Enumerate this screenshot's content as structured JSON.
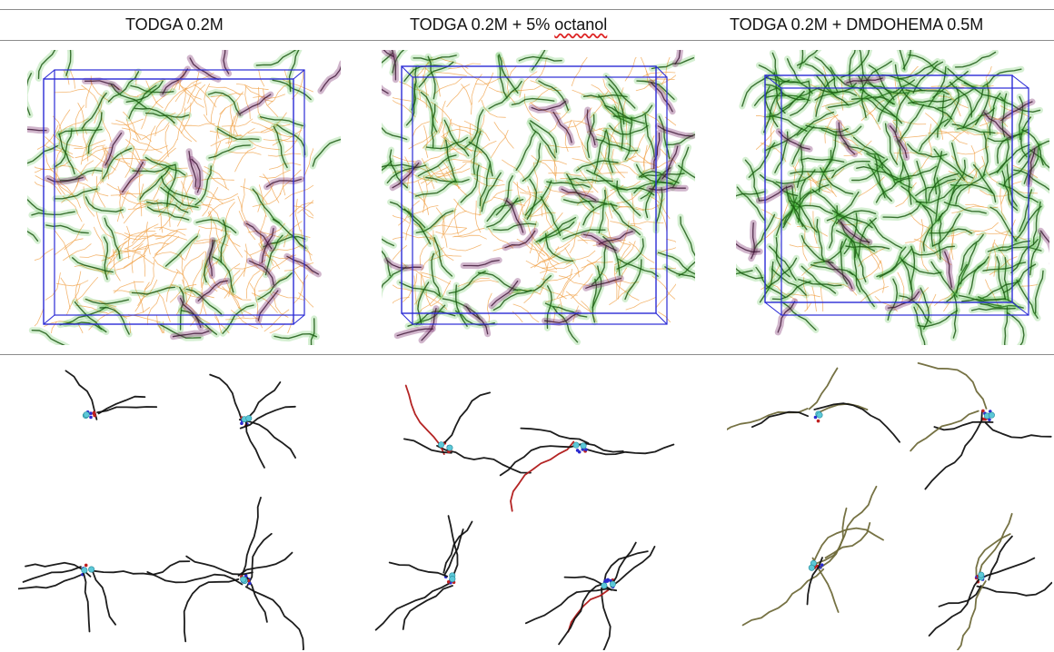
{
  "figure": {
    "columns": [
      {
        "title_main": "TODGA 0.2M",
        "title_spell": ""
      },
      {
        "title_main": "TODGA 0.2M + 5% ",
        "title_spell": "octanol"
      },
      {
        "title_main": "TODGA 0.2M + DMDOHEMA 0.5M",
        "title_spell": ""
      }
    ],
    "colors": {
      "box_edge": "#2b2bd6",
      "solvent": "#f0a045",
      "todga": "#3fb532",
      "octanol_or_dmdohema_cluster": "#7a2f6c",
      "chain_black": "#111111",
      "chain_red": "#b01818",
      "chain_olive": "#6f6a3a",
      "water_cyan": "#5cc8d8"
    }
  }
}
